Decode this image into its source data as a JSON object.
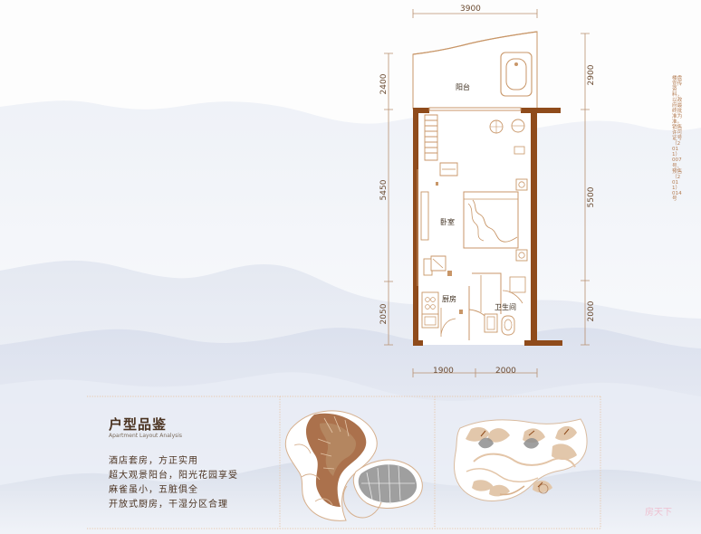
{
  "colors": {
    "wall": "#8f4b1b",
    "line": "#c89668",
    "text": "#4a3220",
    "mist": "#d8deeb",
    "highlight": "#9f5d33",
    "mapline": "#e3c5a8"
  },
  "dimensions": {
    "top_width": "3900",
    "left_top": "2400",
    "left_middle": "5450",
    "left_bottom": "2050",
    "right_top": "2900",
    "right_middle": "5500",
    "right_bottom": "2000",
    "bottom_left": "1900",
    "bottom_right": "2000"
  },
  "rooms": {
    "balcony": "阳台",
    "bedroom": "卧室",
    "kitchen": "厨房",
    "bathroom": "卫生间"
  },
  "analysis": {
    "title": "户型品鉴",
    "subtitle": "Apartment Layout Analysis",
    "features": [
      "酒店套房，方正实用",
      "超大观景阳台，阳光花园享受",
      "麻雀虽小，五脏俱全",
      "开放式厨房，干湿分区合理"
    ]
  },
  "side_note": "楼盘宣传资料，以政府最终批准为准。销售许可证号（2011）007号、预售（2011）014号",
  "watermark": "房天下"
}
